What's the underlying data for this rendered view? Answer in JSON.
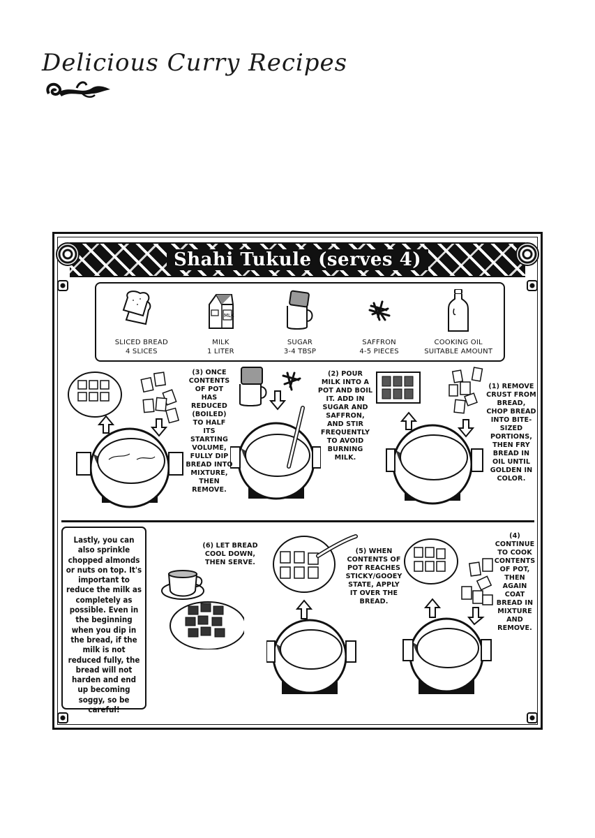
{
  "page": {
    "header_title": "Delicious Curry Recipes"
  },
  "recipe": {
    "title": "Shahi Tukule (serves 4)",
    "ingredients": [
      {
        "icon": "bread-slices-icon",
        "name": "Sliced Bread",
        "qty": "4 Slices"
      },
      {
        "icon": "milk-carton-icon",
        "name": "Milk",
        "qty": "1 Liter"
      },
      {
        "icon": "sugar-jar-icon",
        "name": "Sugar",
        "qty": "3-4 TBSP"
      },
      {
        "icon": "saffron-icon",
        "name": "Saffron",
        "qty": "4-5 Pieces"
      },
      {
        "icon": "oil-bottle-icon",
        "name": "Cooking Oil",
        "qty": "Suitable Amount"
      }
    ],
    "steps": [
      {
        "num": "1",
        "text": "(1) Remove\ncrust from\nbread,\nchop bread\ninto bite-\nsized\nportions,\nthen fry\nbread in\noil until\ngolden in\ncolor."
      },
      {
        "num": "2",
        "text": "(2) Pour\nmilk into a\npot and boil\nit.  Add in\nsugar and\nsaffron,\nand stir\nfrequently\nto avoid\nburning\nmilk."
      },
      {
        "num": "3",
        "text": "(3) Once\ncontents\nof pot\nhas\nreduced\n(boiled)\nto half\nits\nstarting\nvolume,\nfully dip\nbread into\nmixture,\nthen\nremove."
      },
      {
        "num": "4",
        "text": "(4)\ncontinue\nto cook\ncontents\nof pot,\nthen\nagain\ncoat\nbread in\nmixture\nand\nremove."
      },
      {
        "num": "5",
        "text": "(5) When\ncontents of\npot reaches\nsticky/gooey\nstate, apply\nit over the\nbread."
      },
      {
        "num": "6",
        "text": "(6) Let bread\ncool down,\nthen serve."
      }
    ],
    "note": "Lastly, you can also sprinkle chopped almonds or nuts on top. It's important to reduce the milk as completely as possible.  Even in the beginning when you dip in the bread, if the milk is not reduced fully, the bread will not harden and end up becoming soggy, so be careful!"
  }
}
